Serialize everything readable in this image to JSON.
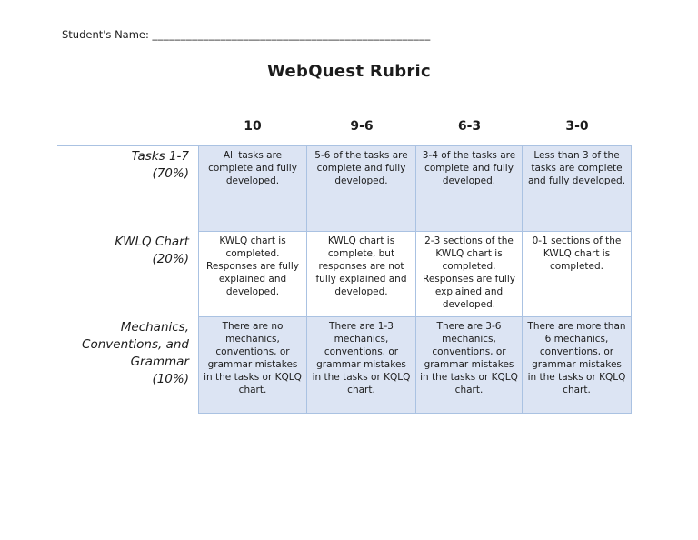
{
  "page": {
    "student_name_label": "Student's Name:",
    "student_name_line": "_________________________________________________",
    "title": "WebQuest Rubric"
  },
  "rubric": {
    "score_headers": [
      "10",
      "9-6",
      "6-3",
      "3-0"
    ],
    "rows": [
      {
        "label": "Tasks 1-7",
        "weight": "(70%)",
        "cells": [
          "All tasks are complete and fully developed.",
          "5-6 of the tasks are complete and fully developed.",
          "3-4 of the tasks are complete and fully developed.",
          "Less than 3 of the tasks are complete and fully developed."
        ]
      },
      {
        "label": "KWLQ Chart",
        "weight": "(20%)",
        "cells": [
          "KWLQ chart is completed. Responses are fully explained and developed.",
          "KWLQ chart is complete, but responses are not fully explained and developed.",
          "2-3 sections of the KWLQ chart is completed. Responses are fully explained and developed.",
          "0-1 sections of the KWLQ chart is completed."
        ]
      },
      {
        "label": "Mechanics, Conventions, and Grammar",
        "weight": "(10%)",
        "cells": [
          "There are no mechanics, conventions, or grammar mistakes in the tasks or KQLQ chart.",
          "There are 1-3 mechanics, conventions, or grammar mistakes in the tasks or KQLQ chart.",
          "There are 3-6 mechanics, conventions, or grammar mistakes in the tasks or KQLQ chart.",
          "There are more than 6 mechanics, conventions, or grammar mistakes in the tasks or KQLQ chart."
        ]
      }
    ],
    "colors": {
      "cell_fill": "#dce4f3",
      "cell_border": "#aac2e2"
    }
  }
}
